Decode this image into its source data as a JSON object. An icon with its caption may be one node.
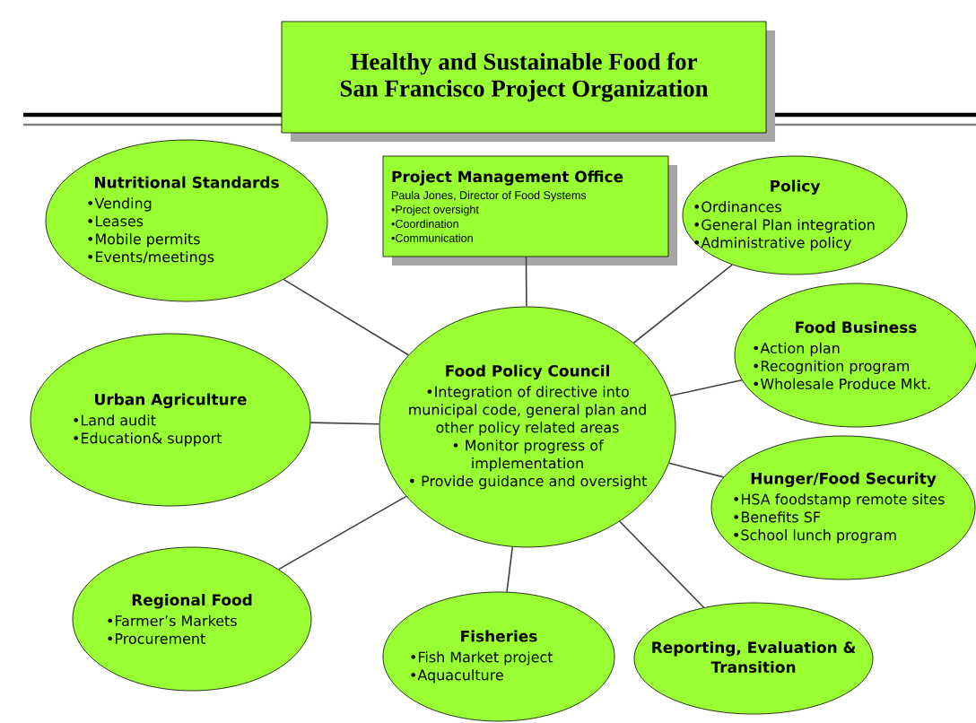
{
  "diagram": {
    "nodes": [
      {
        "text": [
          "Healthy and Sustainable Food for San Francisco Project Organization"
        ]
      },
      {
        "text": [
          "Food Policy Council",
          "•Integration of directive into municipal code, general plan and other policy related areas",
          "• Monitor progress of implementation",
          "• Provide guidance and oversight"
        ]
      },
      {
        "text": [
          "Project Management Office",
          "Paula Jones, Director of Food Systems",
          "•Project oversight",
          "•Coordination",
          "•Communication"
        ]
      },
      {
        "text": [
          "Nutritional Standards",
          "•Vending",
          "•Leases",
          "•Mobile permits",
          "•Events/meetings"
        ]
      },
      {
        "text": [
          "Policy",
          "•Ordinances",
          "•General Plan integration",
          "•Administrative policy"
        ]
      },
      {
        "text": [
          "Food Business",
          "•Action plan",
          "•Recognition program",
          "•Wholesale Produce Mkt."
        ]
      },
      {
        "text": [
          "Urban Agriculture",
          "•Land audit",
          "•Education& support"
        ]
      },
      {
        "text": [
          "Hunger/Food Security",
          "•HSA foodstamp remote sites",
          "•Benefits SF",
          "•School lunch program"
        ]
      },
      {
        "text": [
          "Regional Food",
          "•Farmer’s Markets",
          "•Procurement"
        ]
      },
      {
        "text": [
          "Fisheries",
          "•Fish Market project",
          "•Aquaculture"
        ]
      },
      {
        "text": [
          "Reporting, Evaluation & Transition"
        ]
      }
    ],
    "edges": [
      {
        "from": 1,
        "to": 2,
        "arrow": "none"
      },
      {
        "from": 1,
        "to": 3,
        "arrow": "none"
      },
      {
        "from": 1,
        "to": 4,
        "arrow": "none"
      },
      {
        "from": 1,
        "to": 5,
        "arrow": "none"
      },
      {
        "from": 1,
        "to": 6,
        "arrow": "none"
      },
      {
        "from": 1,
        "to": 7,
        "arrow": "none"
      },
      {
        "from": 1,
        "to": 8,
        "arrow": "none"
      },
      {
        "from": 1,
        "to": 9,
        "arrow": "none"
      },
      {
        "from": 1,
        "to": 10,
        "arrow": "none"
      }
    ]
  }
}
